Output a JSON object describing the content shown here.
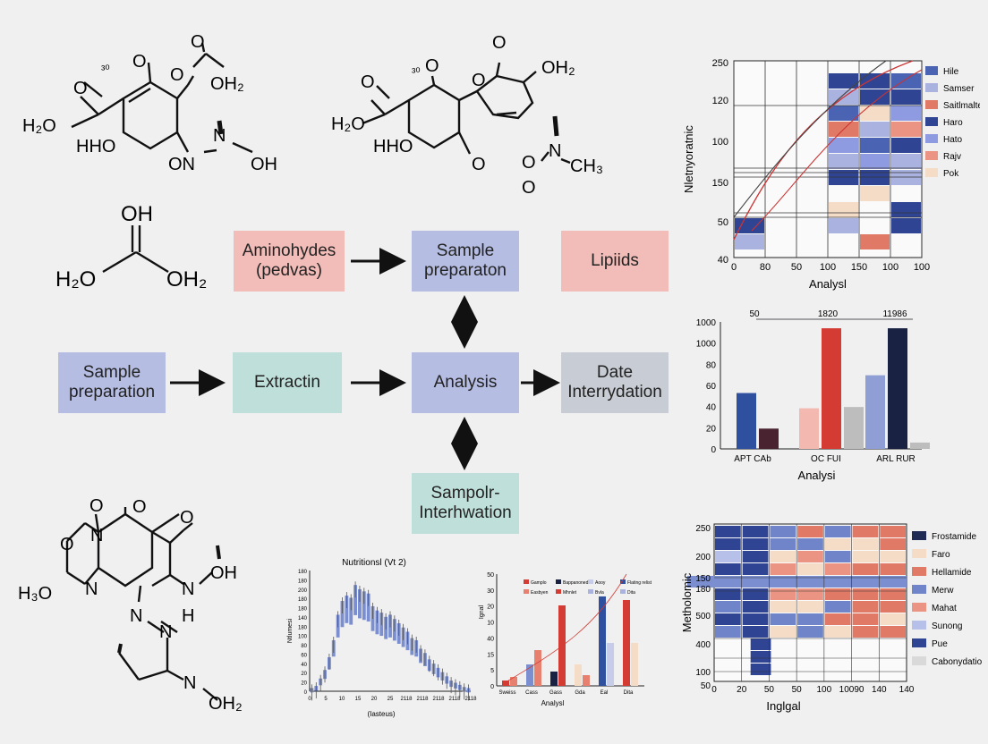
{
  "molecules": {
    "m1": {
      "o1": "O",
      "o2": "O",
      "oh2": "OH₂",
      "ho_left": "H₂O",
      "hho": "HHO",
      "on": "ON",
      "n": "N",
      "oh": "OH",
      "tiny": "³⁰"
    },
    "m2": {
      "o1": "O",
      "o2": "O",
      "o3": "O",
      "oh2": "OH₂",
      "ho_left": "H₂O",
      "hho": "HHO",
      "o_right": "O",
      "n": "N",
      "ch3": "CH₃",
      "o_low": "O",
      "tiny": "³⁰"
    },
    "m3": {
      "oh": "OH",
      "h2o": "H₂O",
      "oh2": "OH₂"
    },
    "m4": {
      "o_top": "O",
      "o_mid": "O",
      "o_ald": "O",
      "o_ring": "O",
      "n_top": "N",
      "h3o": "H₃O",
      "n_left": "N",
      "n_right": "N",
      "oh": "OH",
      "nh_n": "N",
      "h": "H",
      "n_low": "N",
      "n_bottom": "N",
      "oh2": "OH₂"
    }
  },
  "flow": {
    "aminohydes": "Aminohydes\n(pedvas)",
    "sample_prep_top": "Sample\npreparaton",
    "lipids": "Lipiids",
    "sample_prep_left": "Sample\npreparation",
    "extraction": "Extractin",
    "analysis": "Analysis",
    "date_interp": "Date\nInterrydation",
    "sampolr": "Sampolr-\nInterhwation"
  },
  "colors": {
    "blue_box": "#b6bde3",
    "pink_box": "#f2bcb8",
    "teal_box": "#bfe0da",
    "grey_box": "#c8ccd4"
  },
  "chart_data": [
    {
      "type": "heatmap",
      "id": "top-right",
      "ylabel": "Nletnyoratnic",
      "xlabel": "Analysl",
      "y_ticks": [
        "250",
        "120",
        "100",
        "150",
        "50",
        "40"
      ],
      "x_ticks": [
        "0",
        "80",
        "50",
        "100",
        "150",
        "100",
        "100"
      ],
      "legend": [
        {
          "name": "Hile",
          "color": "#4a63b3"
        },
        {
          "name": "Samser",
          "color": "#aab3e0"
        },
        {
          "name": "Saitlmalte",
          "color": "#e07a66"
        },
        {
          "name": "Haro",
          "color": "#2f4594"
        },
        {
          "name": "Hato",
          "color": "#8e9be0"
        },
        {
          "name": "Rajv",
          "color": "#ec9483"
        },
        {
          "name": "Pok",
          "color": "#f5dcc6"
        }
      ]
    },
    {
      "type": "bar",
      "id": "middle-right",
      "xlabel": "Analysi",
      "categories": [
        "APT CAb",
        "OC FUI",
        "ARL RUR"
      ],
      "y_ticks": [
        "1000",
        "1000",
        "80",
        "60",
        "40",
        "20",
        "0"
      ],
      "top_labels": [
        "50",
        "1820",
        "11986"
      ],
      "series": [
        {
          "values": [
            44,
            16
          ],
          "colors": [
            "#2f4f9f",
            "#4a2330"
          ]
        },
        {
          "values": [
            32,
            1050,
            33
          ],
          "colors": [
            "#f3b8b0",
            "#d33b33",
            "#bdbdbd"
          ]
        },
        {
          "values": [
            58,
            1050,
            5
          ],
          "colors": [
            "#8f9fd6",
            "#1a2244",
            "#bdbdbd"
          ]
        }
      ]
    },
    {
      "type": "bar",
      "id": "bottom-middle-histogram",
      "title": "Nutritionsl (Vt 2)",
      "ylabel": "Ntlumesi",
      "xlabel": "(Iasteus)",
      "y_ticks": [
        "180",
        "180",
        "200",
        "180",
        "180",
        "140",
        "180",
        "100",
        "80",
        "60",
        "40",
        "20",
        "20",
        "0"
      ],
      "x_ticks": [
        "0",
        "5",
        "10",
        "15",
        "20",
        "25",
        "2118",
        "2118",
        "2118",
        "2118",
        "2118"
      ],
      "values": [
        3,
        5,
        12,
        20,
        32,
        48,
        72,
        85,
        90,
        88,
        100,
        96,
        94,
        92,
        80,
        76,
        74,
        70,
        72,
        68,
        64,
        60,
        56,
        50,
        48,
        40,
        36,
        30,
        26,
        22,
        18,
        14,
        10,
        8,
        6,
        4,
        3
      ]
    },
    {
      "type": "bar",
      "id": "bottom-small-chart",
      "ylabel": "Ignal",
      "xlabel": "Analysl",
      "y_ticks": [
        "50",
        "30",
        "20",
        "10",
        "40",
        "15",
        "5",
        "0"
      ],
      "categories": [
        "Sweiss",
        "Cass",
        "Gass",
        "Gda",
        "Eal",
        "Dita"
      ],
      "legend": [
        "Gamplo",
        "Bappanoned",
        "Aooy",
        "Flating relist",
        "Easbyen",
        "Mhnlet",
        "Bvla",
        "Dita"
      ],
      "values": [
        3,
        5,
        12,
        20,
        8,
        45,
        12,
        6,
        50,
        24,
        48,
        24
      ]
    },
    {
      "type": "heatmap",
      "id": "bottom-right",
      "ylabel": "Metholomic",
      "xlabel": "Inglgal",
      "y_ticks": [
        "250",
        "200",
        "150",
        "180",
        "500",
        "400",
        "100",
        "50"
      ],
      "x_ticks": [
        "0",
        "20",
        "50",
        "50",
        "100",
        "10090",
        "140",
        "140"
      ],
      "legend": [
        {
          "name": "Frostamide",
          "color": "#1f2a55"
        },
        {
          "name": "Faro",
          "color": "#f5dcc6"
        },
        {
          "name": "Hellamide",
          "color": "#e07a66"
        },
        {
          "name": "Merw",
          "color": "#6f84c9"
        },
        {
          "name": "Mahat",
          "color": "#ec9483"
        },
        {
          "name": "Sunong",
          "color": "#b6c0e8"
        },
        {
          "name": "Pue",
          "color": "#2f4594"
        },
        {
          "name": "Cabonydatio",
          "color": "#d9d9d9"
        }
      ]
    }
  ]
}
